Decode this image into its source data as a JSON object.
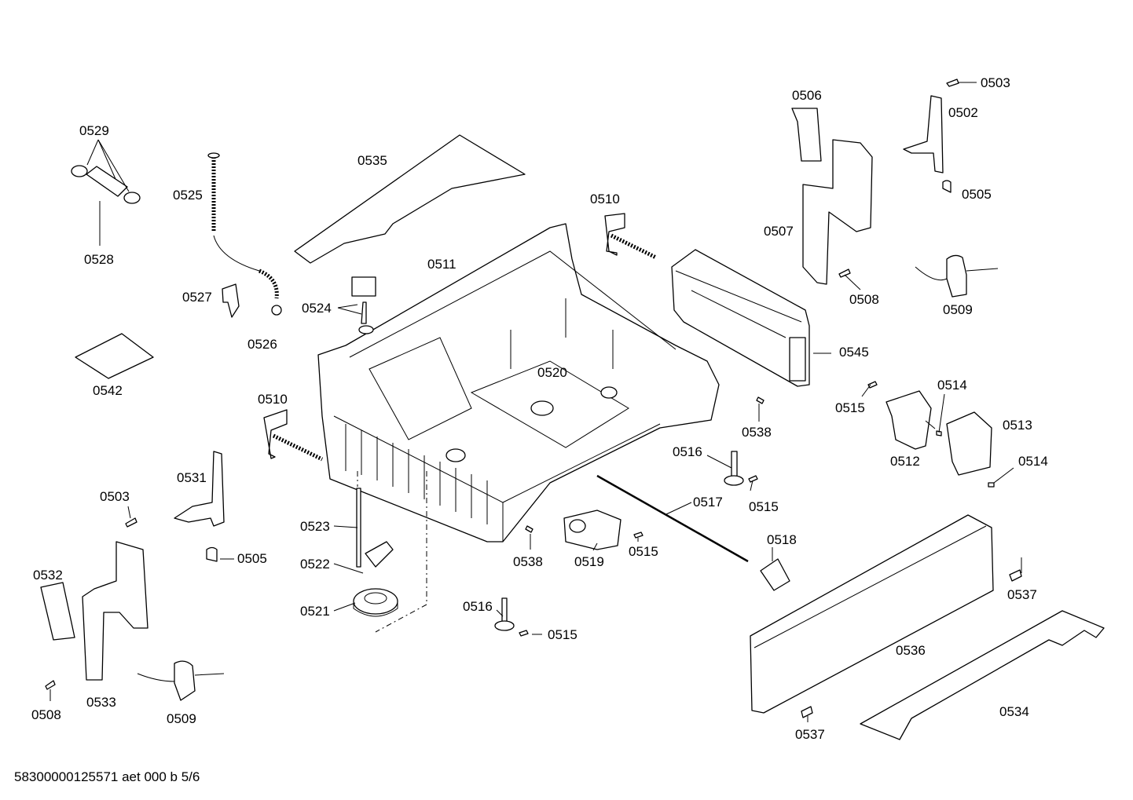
{
  "footer": {
    "doc_code": "58300000125571 aet 000 b 5/6"
  },
  "labels": {
    "l0503a": "0503",
    "l0506": "0506",
    "l0502": "0502",
    "l0529": "0529",
    "l0535": "0535",
    "l0525": "0525",
    "l0505a": "0505",
    "l0510a": "0510",
    "l0511": "0511",
    "l0507": "0507",
    "l0528": "0528",
    "l0527": "0527",
    "l0524": "0524",
    "l0508a": "0508",
    "l0509a": "0509",
    "l0526": "0526",
    "l0545": "0545",
    "l0520": "0520",
    "l0542": "0542",
    "l0514a": "0514",
    "l0510b": "0510",
    "l0515a": "0515",
    "l0538a": "0538",
    "l0513": "0513",
    "l0516a": "0516",
    "l0512": "0512",
    "l0514b": "0514",
    "l0531": "0531",
    "l0515b": "0515",
    "l0517": "0517",
    "l0503b": "0503",
    "l0523": "0523",
    "l0518": "0518",
    "l0505b": "0505",
    "l0522": "0522",
    "l0538b": "0538",
    "l0519": "0519",
    "l0515c": "0515",
    "l0532": "0532",
    "l0537a": "0537",
    "l0521": "0521",
    "l0516b": "0516",
    "l0515d": "0515",
    "l0536": "0536",
    "l0533": "0533",
    "l0508b": "0508",
    "l0509b": "0509",
    "l0534": "0534",
    "l0537b": "0537"
  }
}
